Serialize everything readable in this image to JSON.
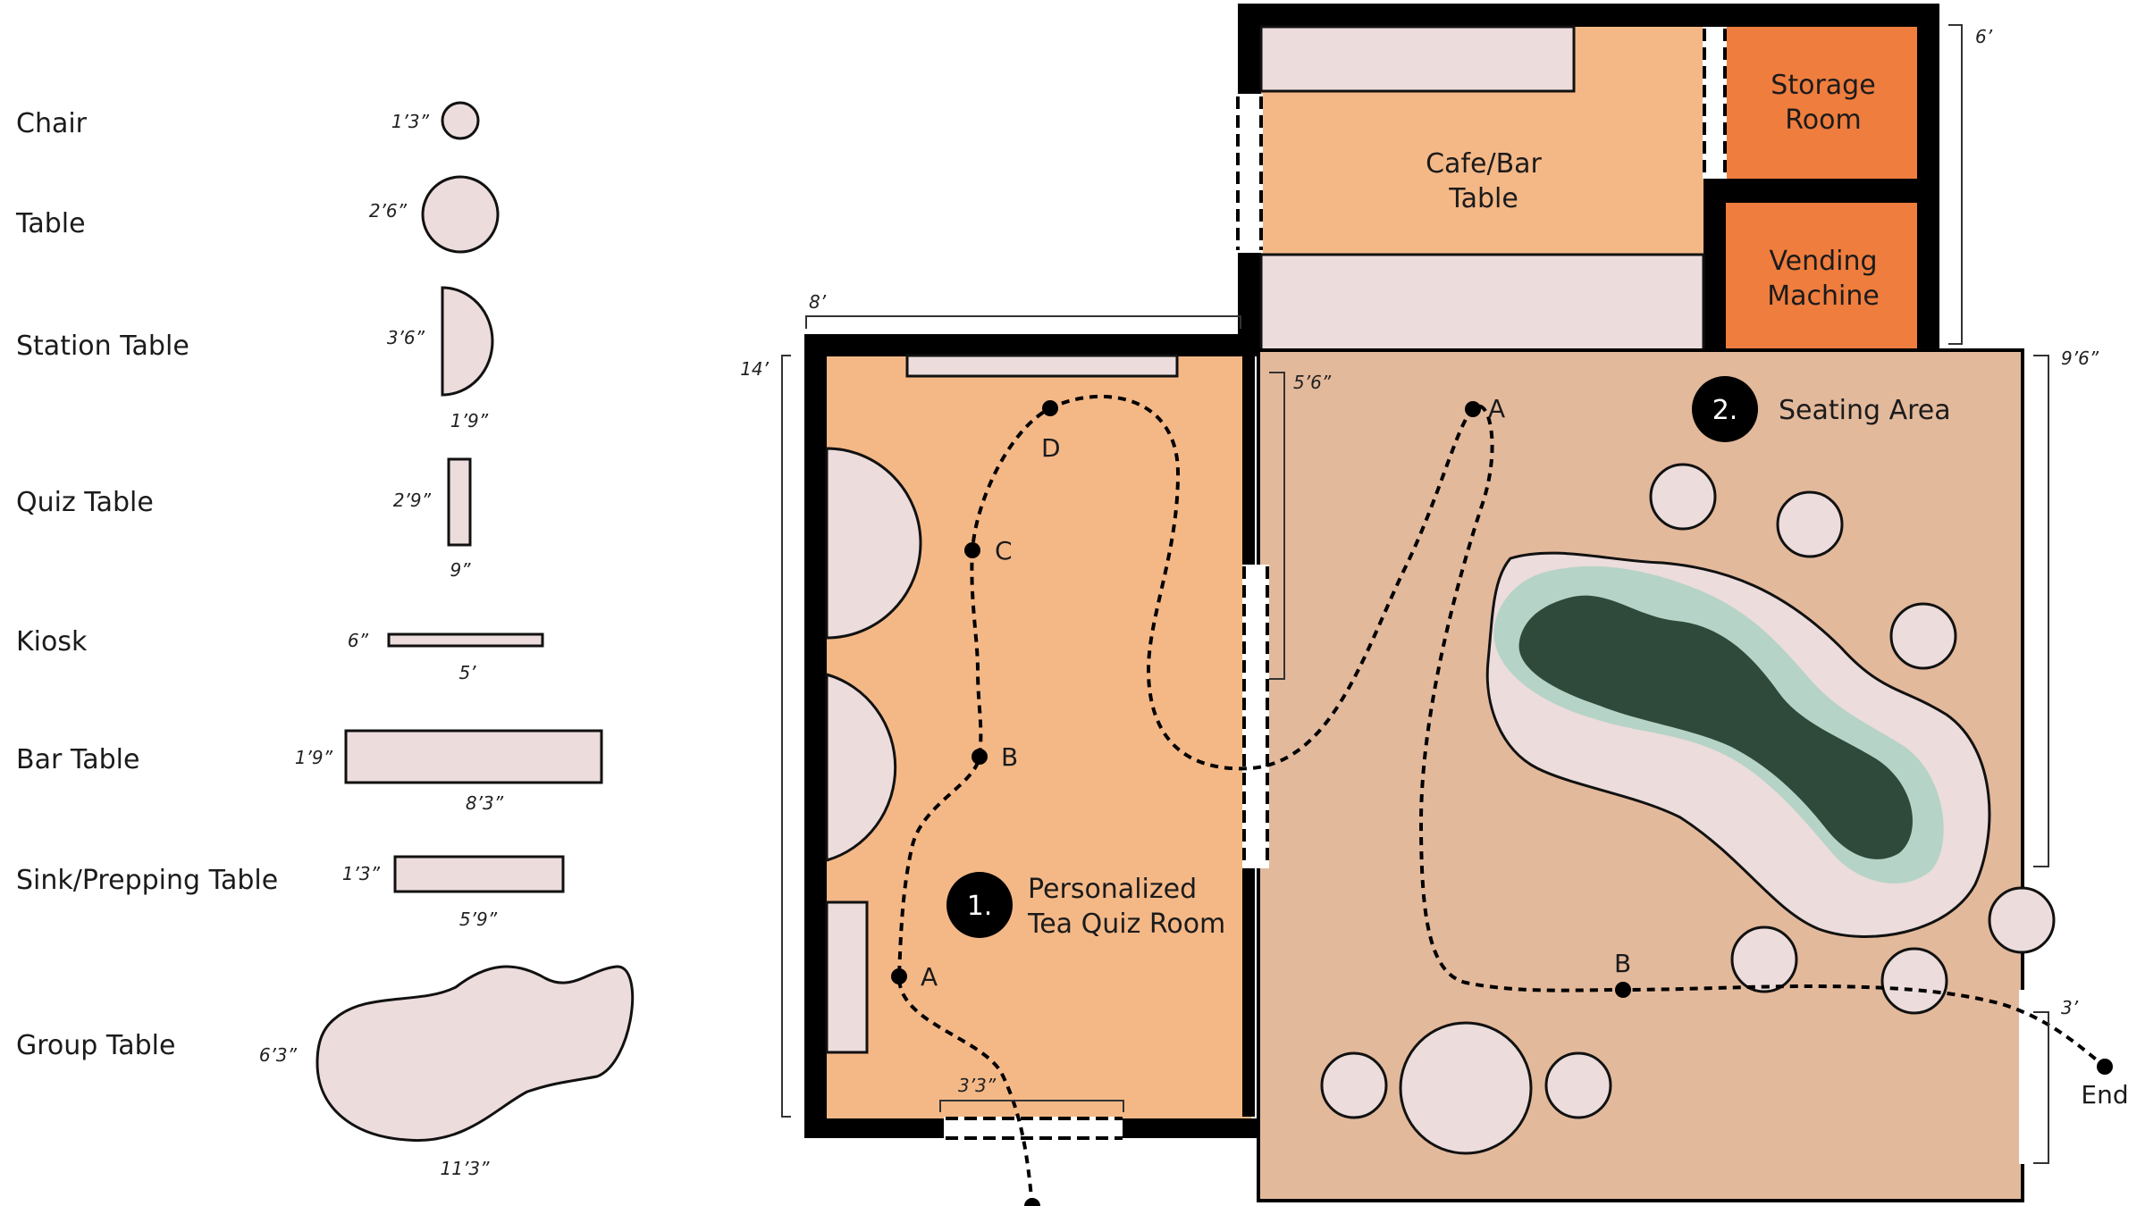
{
  "legend": {
    "chair": {
      "name": "Chair",
      "dim": "1’3”"
    },
    "table": {
      "name": "Table",
      "dim": "2’6”"
    },
    "station_table": {
      "name": "Station Table",
      "dim_h": "3’6”",
      "dim_w": "1’9”"
    },
    "quiz_table": {
      "name": "Quiz Table",
      "dim_h": "2’9”",
      "dim_w": "9”"
    },
    "kiosk": {
      "name": "Kiosk",
      "dim_h": "6”",
      "dim_w": "5’"
    },
    "bar_table": {
      "name": "Bar Table",
      "dim_h": "1’9”",
      "dim_w": "8’3”"
    },
    "sink_table": {
      "name": "Sink/Prepping Table",
      "dim_h": "1’3”",
      "dim_w": "5’9”"
    },
    "group_table": {
      "name": "Group Table",
      "dim_h": "6’3”",
      "dim_w": "11’3”"
    }
  },
  "rooms": {
    "cafe": {
      "line1": "Cafe/Bar",
      "line2": "Table"
    },
    "storage": {
      "line1": "Storage",
      "line2": "Room"
    },
    "vending": {
      "line1": "Vending",
      "line2": "Machine"
    },
    "quiz_room": {
      "number": "1.",
      "line1": "Personalized",
      "line2": "Tea Quiz Room"
    },
    "seating": {
      "number": "2.",
      "label": "Seating Area"
    }
  },
  "dimensions": {
    "top_width": "8’",
    "left_height": "14’",
    "top_right": "6’",
    "right_upper": "9’6”",
    "inner_wall": "5’6”",
    "door_width": "3’3”",
    "right_lower": "3’"
  },
  "path_points": {
    "room1_a": "A",
    "room1_b": "B",
    "room1_c": "C",
    "room1_d": "D",
    "room2_a": "A",
    "room2_b": "B",
    "end": "End"
  },
  "colors": {
    "wall": "#000000",
    "quiz_floor": "#f4b887",
    "seating_floor": "#e3b99c",
    "furniture": "#ecdcdc",
    "storage": "#ef7d3e",
    "plant_dark": "#2f4a3a",
    "plant_light": "#b5d3c6"
  }
}
